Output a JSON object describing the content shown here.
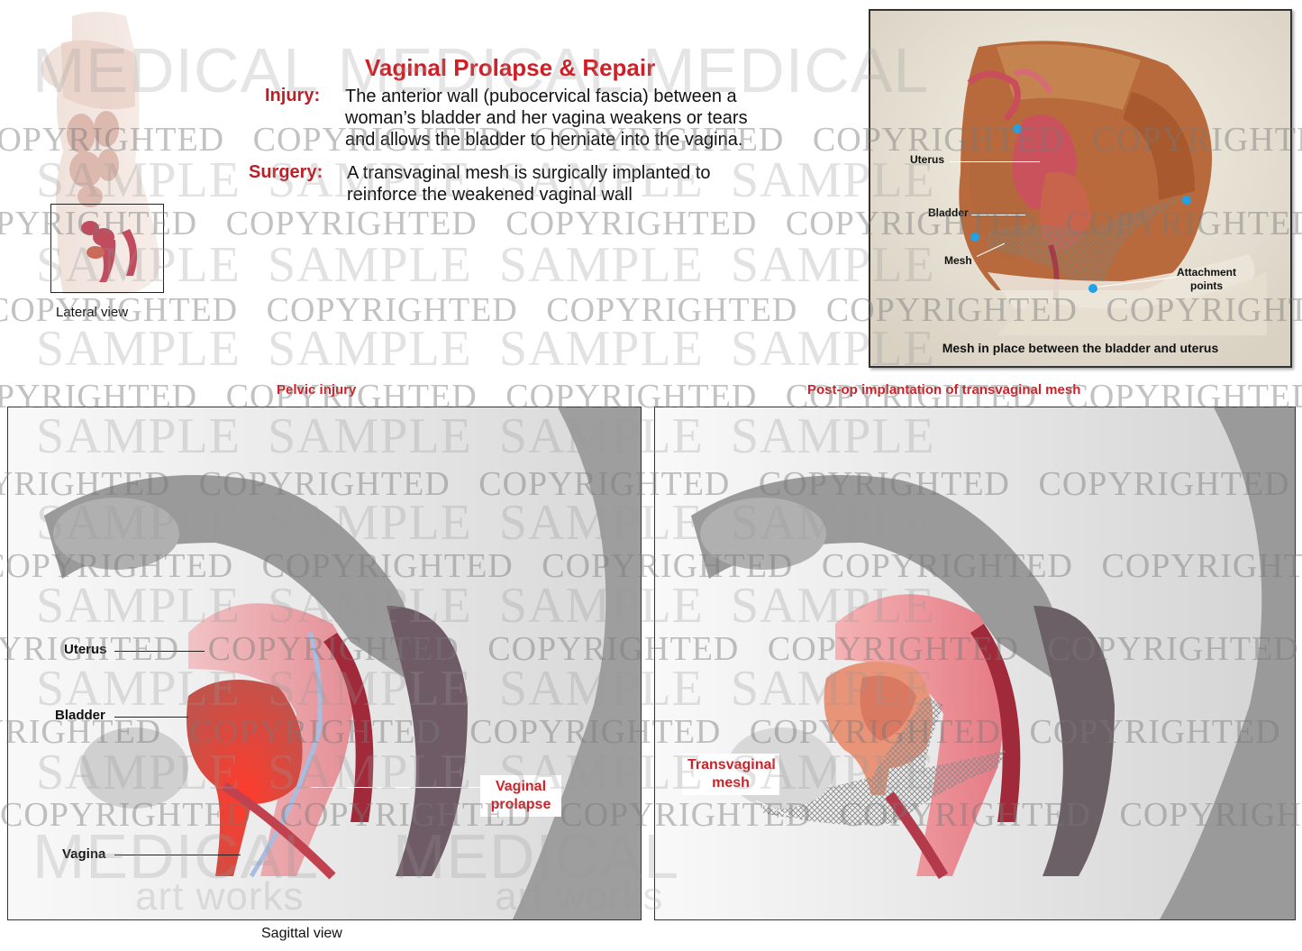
{
  "header": {
    "title": "Vaginal Prolapse & Repair",
    "injury_label": "Injury:",
    "injury_lines": [
      "The anterior wall (pubocervical fascia) between a",
      "woman’s bladder and her vagina weakens or tears",
      "and allows the bladder to herniate into the vagina."
    ],
    "surgery_label": "Surgery:",
    "surgery_lines": [
      "A transvaginal mesh is surgically implanted to",
      "reinforce the weakened vaginal wall"
    ]
  },
  "lateral_view": {
    "caption": "Lateral view"
  },
  "inset": {
    "caption": "Mesh in place between the bladder and uterus",
    "labels": {
      "uterus": "Uterus",
      "bladder": "Bladder",
      "mesh": "Mesh",
      "attachment_line1": "Attachment",
      "attachment_line2": "points"
    },
    "dot_color": "#1fa3e6"
  },
  "left_panel": {
    "title": "Pelvic injury",
    "labels": {
      "uterus": "Uterus",
      "bladder": "Bladder",
      "vagina": "Vagina"
    },
    "callout_line1": "Vaginal",
    "callout_line2": "prolapse",
    "caption": "Sagittal view"
  },
  "right_panel": {
    "title": "Post-op implantation of transvaginal mesh",
    "callout_line1": "Transvaginal",
    "callout_line2": "mesh"
  },
  "watermark": {
    "copyrighted": "COPYRIGHTED",
    "sample": "SAMPLE",
    "medical": "MEDICAL",
    "artworks": "art works"
  },
  "colors": {
    "accent_red": "#d01f26",
    "label_red": "#c01d25",
    "attachment_blue": "#1fa3e6"
  }
}
